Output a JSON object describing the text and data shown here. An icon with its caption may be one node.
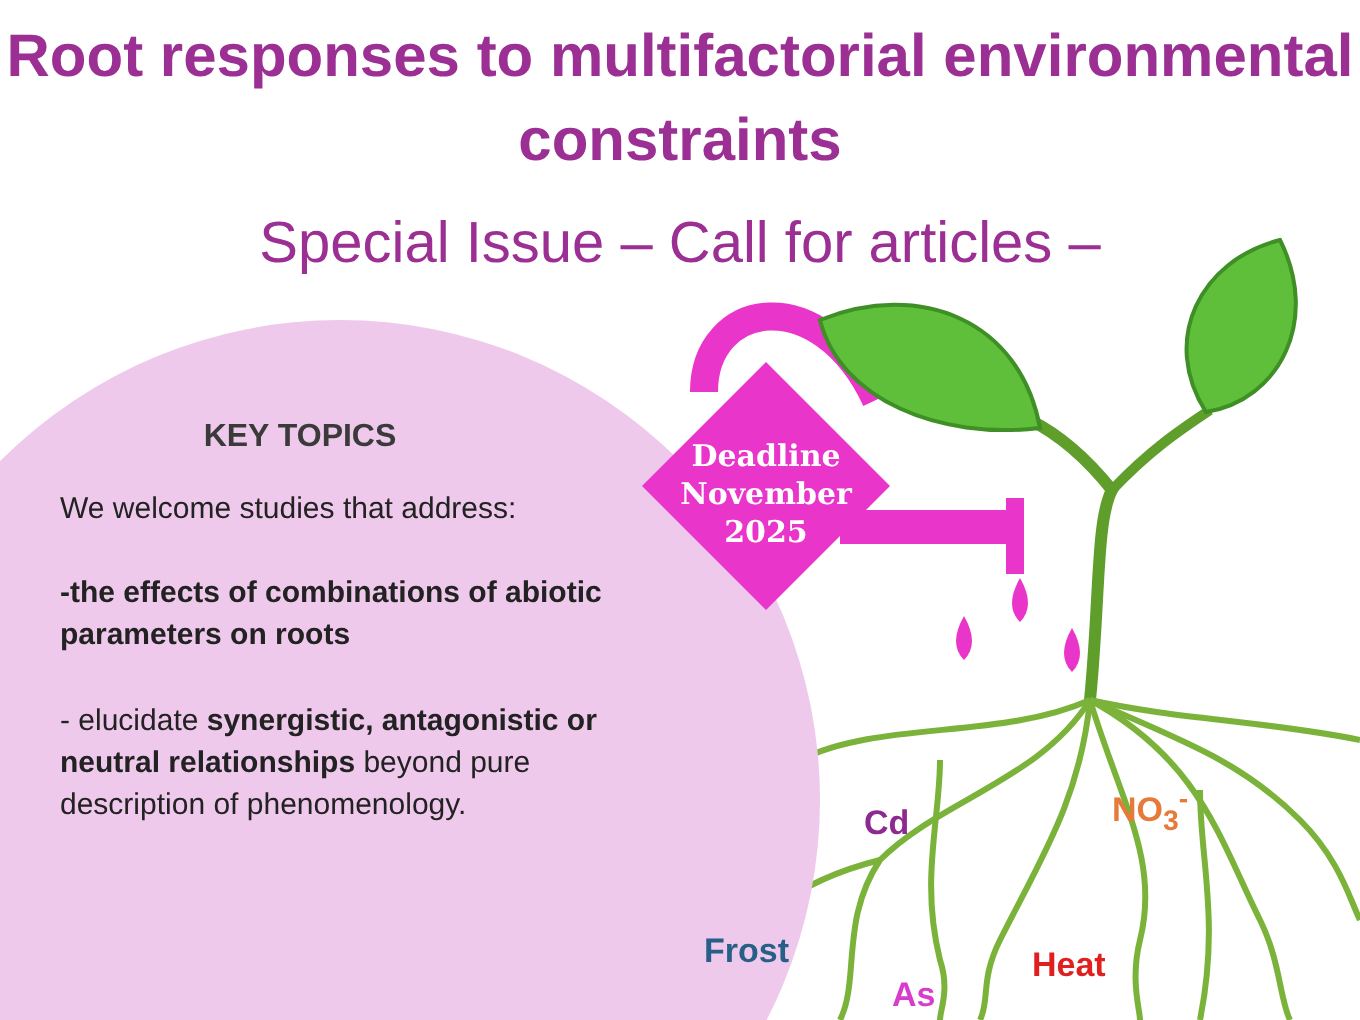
{
  "diagram": {
    "title": "Root responses to multifactorial environmental constraints",
    "nodes": [
      {
        "text": [
          "KEY TOPICS",
          "We welcome studies that address:",
          "-the effects of combinations of abiotic parameters on roots",
          "- elucidate **synergistic, antagonistic or neutral relationships** beyond pure description of phenomenology."
        ]
      },
      {
        "text": [
          "Deadline November 2025"
        ]
      }
    ],
    "labels": [
      "Special Issue – Call for articles –",
      "Cd",
      "NO$_{3}$$^{-}$",
      "Frost",
      "As",
      "Heat"
    ]
  }
}
